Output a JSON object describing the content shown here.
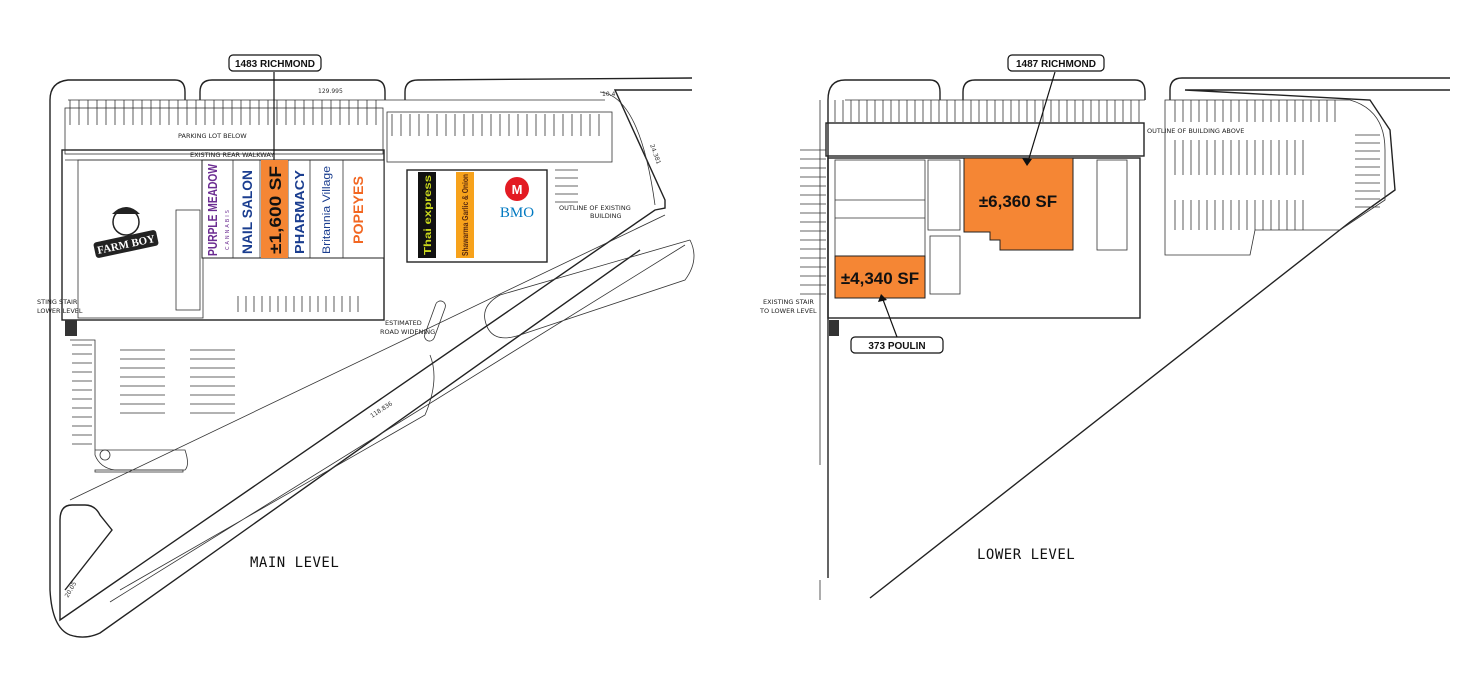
{
  "colors": {
    "highlight": "#f58634",
    "line": "#222222",
    "background": "#ffffff"
  },
  "main_level": {
    "label": "MAIN LEVEL",
    "callout": "1483 RICHMOND",
    "highlight_area": "±1,600 SF",
    "notes": {
      "parking_below": "PARKING LOT BELOW",
      "rear_walkway": "EXISTING REAR WALKWAY",
      "outline_existing": "OUTLINE OF EXISTING",
      "outline_building": "BUILDING",
      "stair_line1": "STING STAIR",
      "stair_line2": "LOWER LEVEL",
      "road_line1": "ESTIMATED",
      "road_line2": "ROAD WIDENING"
    },
    "dimensions": {
      "top": "129.995",
      "corner": "10.4",
      "right_edge": "24.381",
      "diag": "118.836",
      "bottom": "20.05"
    },
    "tenants": {
      "farm_boy": "FARM BOY",
      "purple_meadow": "PURPLE MEADOW",
      "purple_meadow_sub": "CANNABIS",
      "nail_salon": "NAIL SALON",
      "pharmacy": "PHARMACY",
      "britannia_village": "Britannia Village",
      "popeyes": "POPEYES",
      "thai_express": "Thai express",
      "shawarma": "Shawarma Garlic & Onion",
      "bmo": "BMO"
    }
  },
  "lower_level": {
    "label": "LOWER LEVEL",
    "callout_top": "1487 RICHMOND",
    "callout_bottom": "373 POULIN",
    "area_large": "±6,360 SF",
    "area_small": "±4,340 SF",
    "notes": {
      "outline_above": "OUTLINE OF BUILDING ABOVE",
      "stair_line1": "EXISTING STAIR",
      "stair_line2": "TO LOWER LEVEL"
    }
  }
}
